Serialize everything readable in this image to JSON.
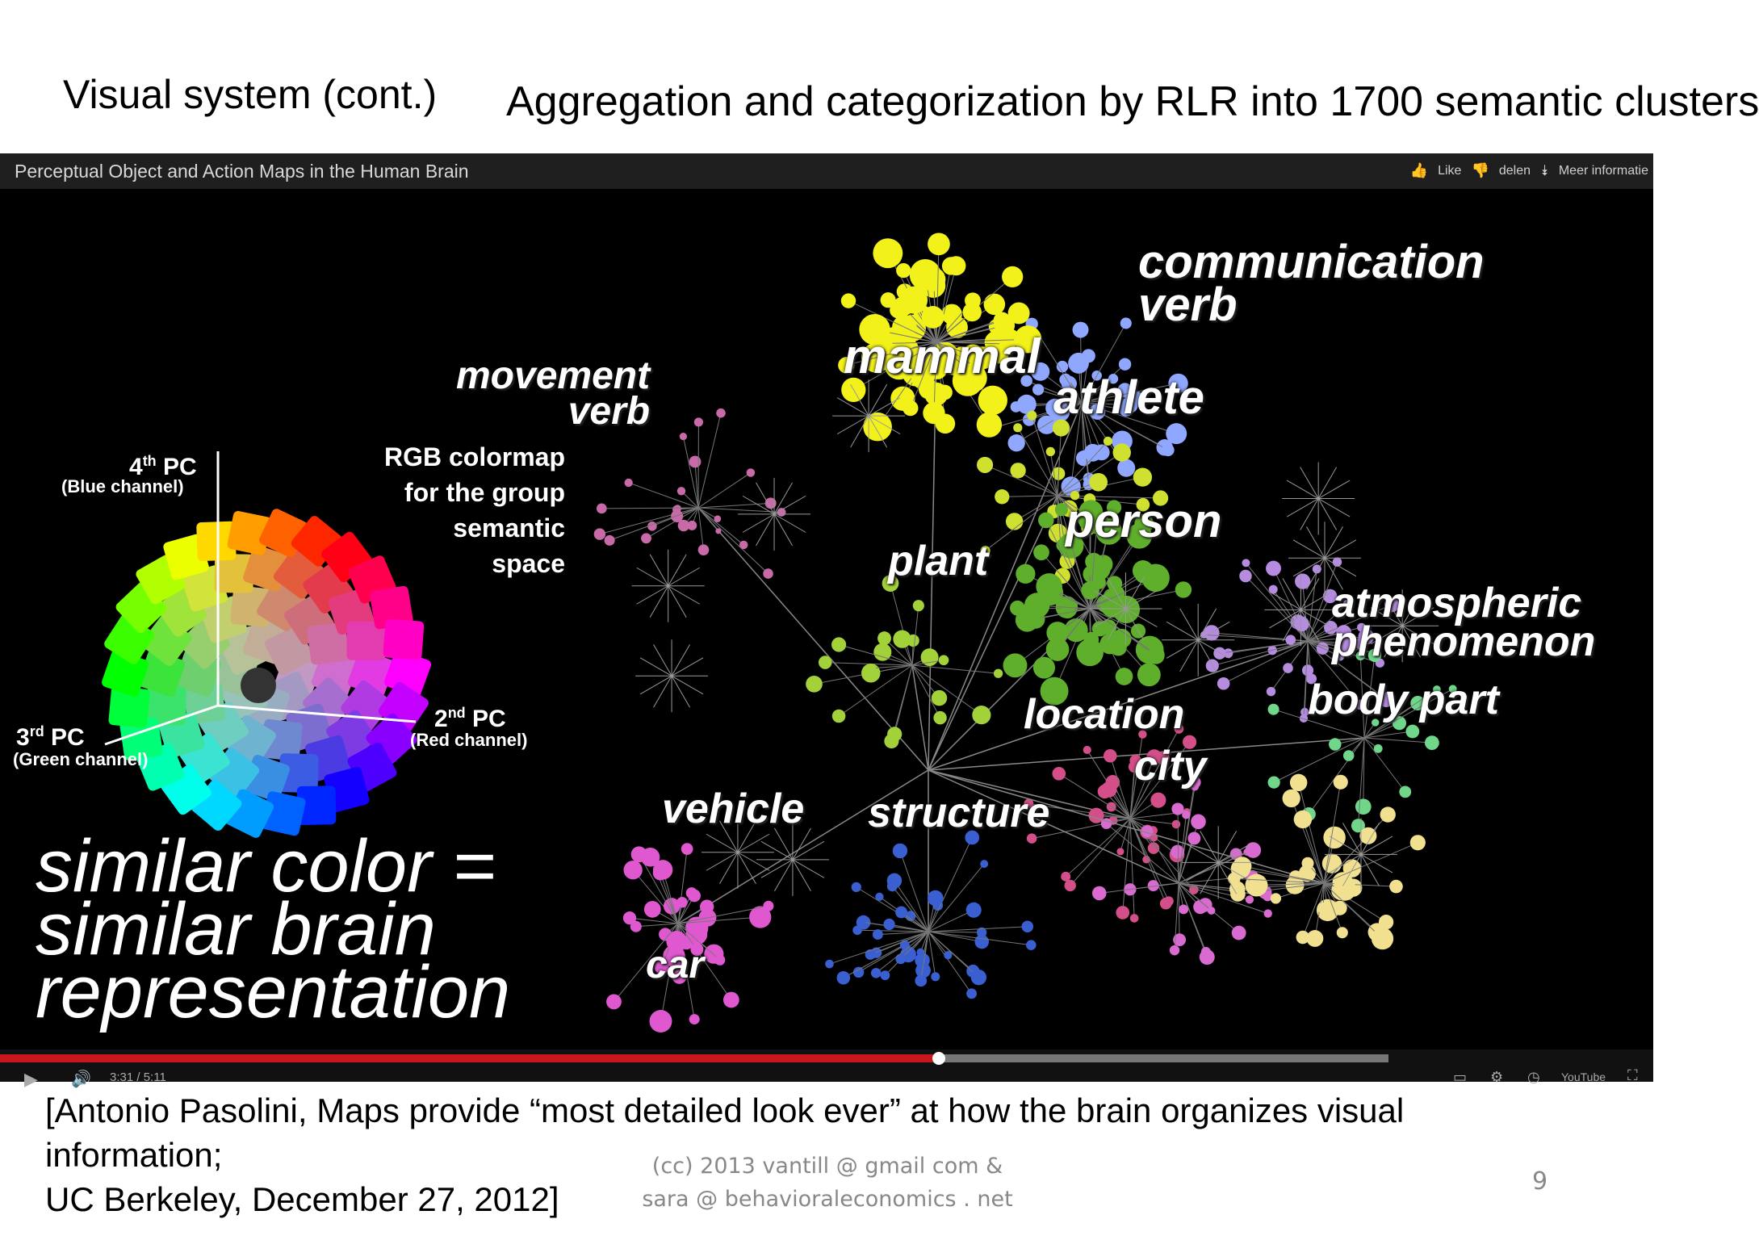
{
  "slide": {
    "title": "Visual system (cont.)",
    "subtitle": "Aggregation and categorization by RLR into 1700 semantic clusters",
    "citation": [
      "[Antonio Pasolini, Maps provide “most detailed look ever” at how the brain organizes visual",
      "information;",
      "UC Berkeley, December 27, 2012]"
    ],
    "credits": [
      "(cc) 2013 vantill @ gmail com &",
      "sara @ behavioraleconomics . net"
    ],
    "page_number": "9"
  },
  "video": {
    "title": "Perceptual Object and Action Maps in the Human Brain",
    "actions": {
      "like": "Like",
      "share": "delen",
      "more": "Meer informatie"
    },
    "time_current": "3:31",
    "time_total": "5:11",
    "progress": 0.676,
    "buffered": 0.84,
    "logo": "YouTube",
    "content": {
      "pc4": "4th PC",
      "pc4_sup": "th",
      "pc4_channel": "(Blue channel)",
      "pc2": "2nd PC",
      "pc2_sup": "nd",
      "pc2_channel": "(Red channel)",
      "pc3": "3rd PC",
      "pc3_sup": "rd",
      "pc3_channel": "(Green channel)",
      "rgb_label": [
        "RGB colormap",
        "for the group",
        "semantic",
        "space"
      ],
      "similar": [
        "similar color =",
        "similar brain",
        "representation"
      ],
      "clusters": [
        {
          "label": "communication\nverb",
          "color": "#8fa7ff"
        },
        {
          "label": "movement\nverb",
          "color": "#c86aa8"
        },
        {
          "label": "mammal",
          "color": "#f2f21a"
        },
        {
          "label": "athlete",
          "color": "#cfe030"
        },
        {
          "label": "person",
          "color": "#5fae2c"
        },
        {
          "label": "plant",
          "color": "#a3d13a"
        },
        {
          "label": "atmospheric\nphenomenon",
          "color": "#b58ce0"
        },
        {
          "label": "body part",
          "color": "#6fd68a"
        },
        {
          "label": "location",
          "color": "#d44f8a"
        },
        {
          "label": "city",
          "color": "#d86ad0"
        },
        {
          "label": "vehicle",
          "color": "#e058d0"
        },
        {
          "label": "structure",
          "color": "#3a5fd0"
        },
        {
          "label": "car",
          "color": "#c040c0"
        }
      ]
    }
  },
  "colors": {
    "progress": "#c8161d",
    "background": "#000000"
  }
}
